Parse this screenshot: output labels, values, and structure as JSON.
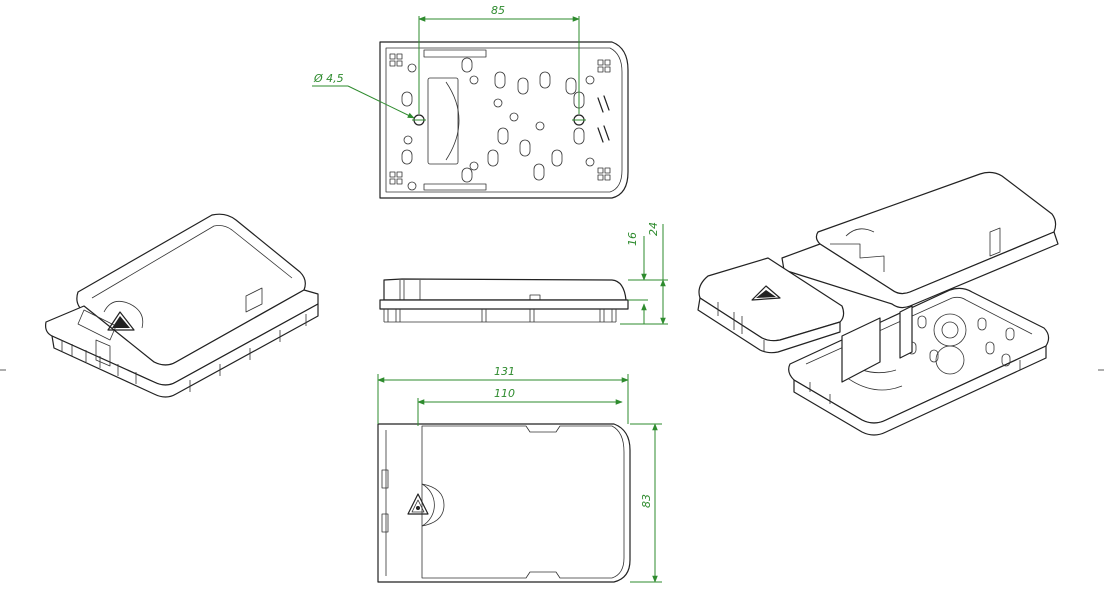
{
  "dimensions": {
    "width_top": "85",
    "hole_diameter": "Ø 4,5",
    "depth_cover": "16",
    "depth_total": "24",
    "length_total": "131",
    "length_inner": "110",
    "width_total": "83"
  },
  "colors": {
    "dimension": "#2e8b2e",
    "line": "#222222",
    "background": "#ffffff"
  },
  "icons": {
    "warning_label": "warning-triangle-icon"
  }
}
